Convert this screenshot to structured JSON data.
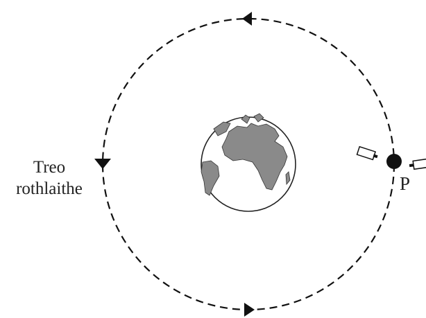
{
  "diagram": {
    "rotation_label_line1": "Treo",
    "rotation_label_line2": "rothlaithe",
    "point_label": "P",
    "direction": "anticlockwise",
    "colors": {
      "stroke": "#111111",
      "ocean": "#ffffff",
      "land": "#8a8a8a"
    },
    "icons": [
      "earth-icon",
      "satellite-icon",
      "direction-arrow-icon"
    ]
  }
}
